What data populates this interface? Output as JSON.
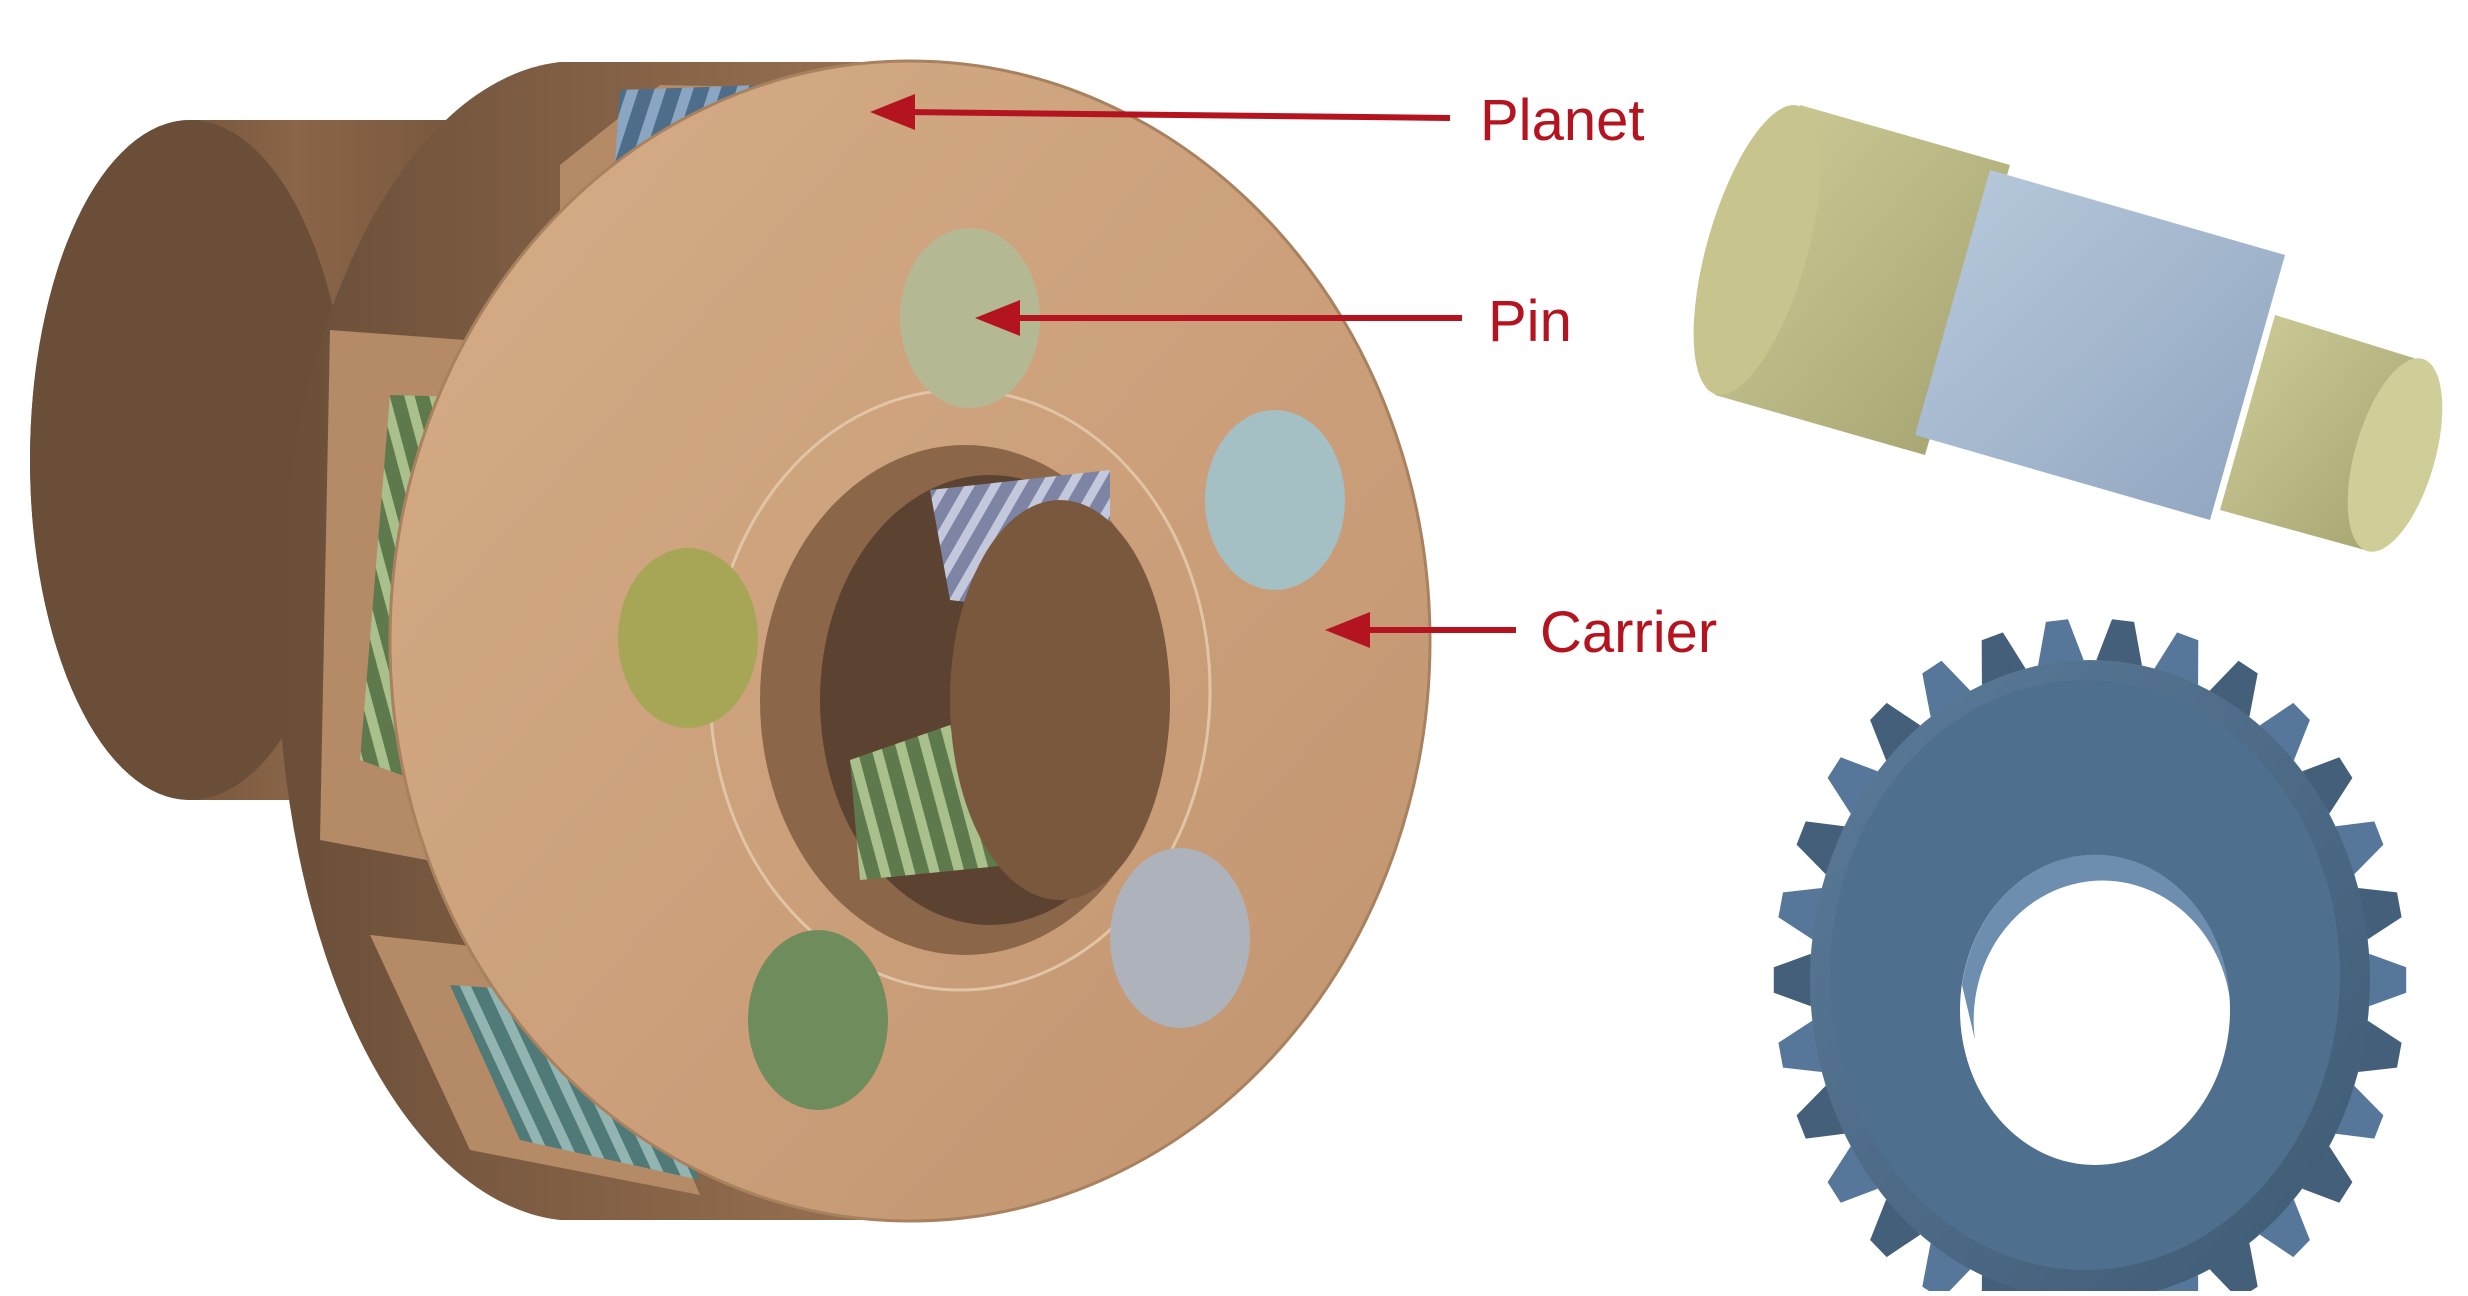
{
  "labels": {
    "planet": "Planet",
    "pin": "Pin",
    "carrier": "Carrier"
  },
  "colors": {
    "label": "#b3141f",
    "arrow": "#b3141f",
    "carrier_face": "#caa07c",
    "carrier_side": "#8f6a4c",
    "carrier_dark": "#6b4f39",
    "gear_blue": "#4e6e8c",
    "gear_green": "#6f8a5a",
    "pin_body": "#9fb4cc",
    "pin_end": "#b8b681"
  },
  "icons": {
    "planet_arrow": "arrow-left-icon",
    "pin_arrow": "arrow-left-icon",
    "carrier_arrow": "arrow-left-icon"
  }
}
